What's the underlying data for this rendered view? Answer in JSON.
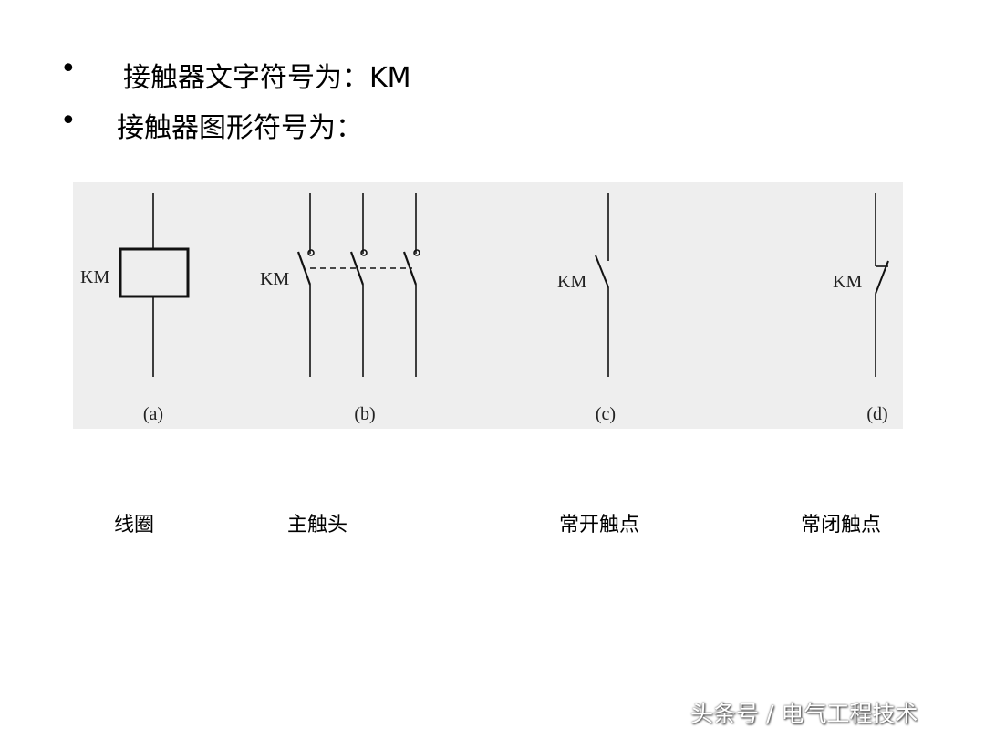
{
  "bullets": [
    {
      "text": "接触器文字符号为：KM"
    },
    {
      "text": "接触器图形符号为："
    }
  ],
  "diagram": {
    "symbol_label": "KM",
    "parts": [
      "(a)",
      "(b)",
      "(c)",
      "(d)"
    ]
  },
  "captions": [
    "线圈",
    "主触头",
    "常开触点",
    "常闭触点"
  ],
  "watermark": "头条号 / 电气工程技术"
}
